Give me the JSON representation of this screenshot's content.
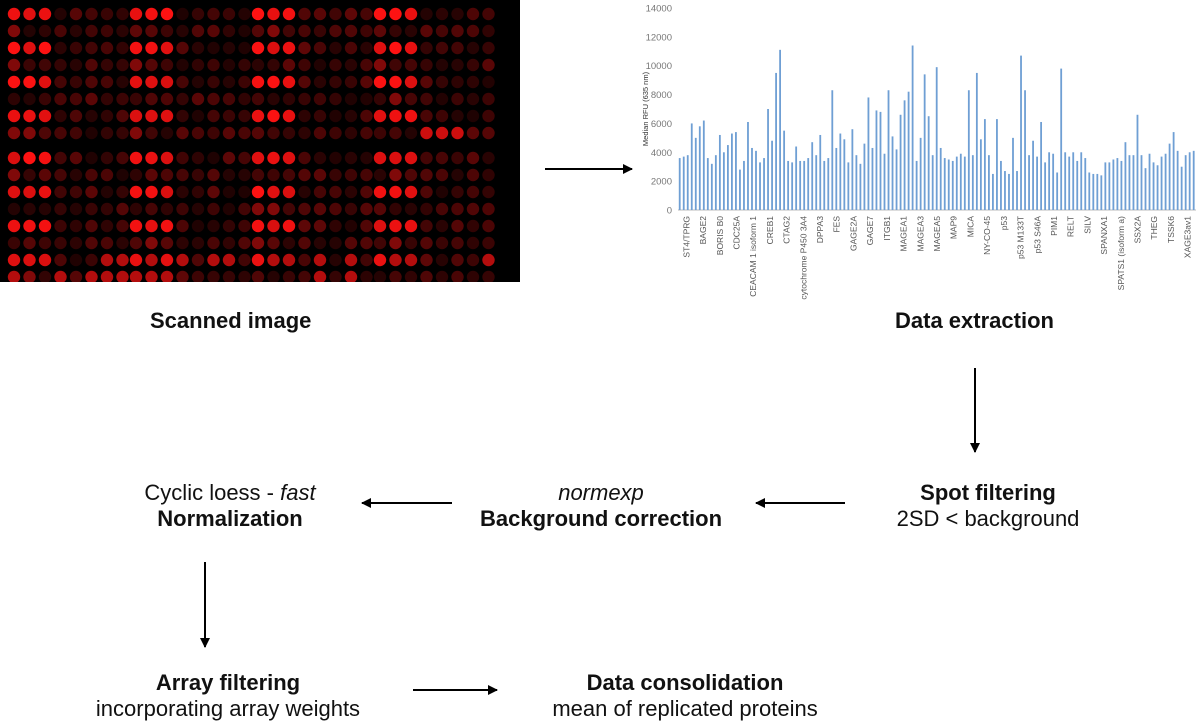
{
  "labels": {
    "scanned": "Scanned image",
    "extraction": "Data extraction",
    "spot_title": "Spot filtering",
    "spot_sub": "2SD < background",
    "bg_italic": "normexp",
    "bg_title": "Background correction",
    "norm_pre": "Cyclic loess - ",
    "norm_italic": "fast",
    "norm_title": "Normalization",
    "array_title": "Array filtering",
    "array_sub": "incorporating array weights",
    "consol_title": "Data consolidation",
    "consol_sub": "mean of replicated proteins"
  },
  "colors": {
    "bar": "#6f9fd4",
    "spot": "#ff2020",
    "arrow": "#000000"
  },
  "chart_data": {
    "type": "bar",
    "ylabel": "Median RFU (635 nm)",
    "ylim": [
      0,
      14000
    ],
    "yticks": [
      0,
      2000,
      4000,
      6000,
      8000,
      10000,
      12000,
      14000
    ],
    "categories": [
      "ST4/TPRG",
      "BAGE2",
      "BORIS B0",
      "CDC25A",
      "CEACAM 1 isoform 1",
      "CREB1",
      "CTAG2",
      "cytochrome P450 3A4",
      "DPPA3",
      "FES",
      "GAGE2A",
      "GAGE7",
      "ITGB1",
      "MAGEA1",
      "MAGEA3",
      "MAGEA5",
      "MAP9",
      "MICA",
      "NY-CO-45",
      "p53",
      "p53 M133T",
      "p53 S46A",
      "PIM1",
      "RELT",
      "SILV",
      "SPANXA1",
      "SPATS1 (isoform a)",
      "SSX2A",
      "THEG",
      "TSSK6",
      "XAGE3av1"
    ],
    "values": [
      3600,
      3700,
      3800,
      6000,
      5000,
      5800,
      6200,
      3600,
      3200,
      3800,
      5200,
      4000,
      4500,
      5300,
      5400,
      2800,
      3400,
      6100,
      4300,
      4100,
      3300,
      3600,
      7000,
      4800,
      9500,
      11100,
      5500,
      3400,
      3300,
      4400,
      3400,
      3400,
      3600,
      4700,
      3800,
      5200,
      3400,
      3600,
      8300,
      4300,
      5300,
      4900,
      3300,
      5600,
      3800,
      3200,
      4600,
      7800,
      4300,
      6900,
      6800,
      3900,
      8300,
      5100,
      4200,
      6600,
      7600,
      8200,
      11400,
      3400,
      5000,
      9400,
      6500,
      3800,
      9900,
      4300,
      3600,
      3500,
      3400,
      3700,
      3900,
      3700,
      8300,
      3800,
      9500,
      4900,
      6300,
      3800,
      2500,
      6300,
      3400,
      2700,
      2500,
      5000,
      2700,
      10700,
      8300,
      3800,
      4800,
      3700,
      6100,
      3300,
      4000,
      3900,
      2600,
      9800,
      4000,
      3700,
      4000,
      3400,
      4000,
      3600,
      2600,
      2500,
      2500,
      2400,
      3300,
      3300,
      3500,
      3600,
      3400,
      4700,
      3800,
      3800,
      6600,
      3800,
      2900,
      3900,
      3300,
      3100,
      3700,
      3900,
      4600,
      5400,
      4100,
      3000,
      3800,
      4000,
      4100
    ]
  }
}
